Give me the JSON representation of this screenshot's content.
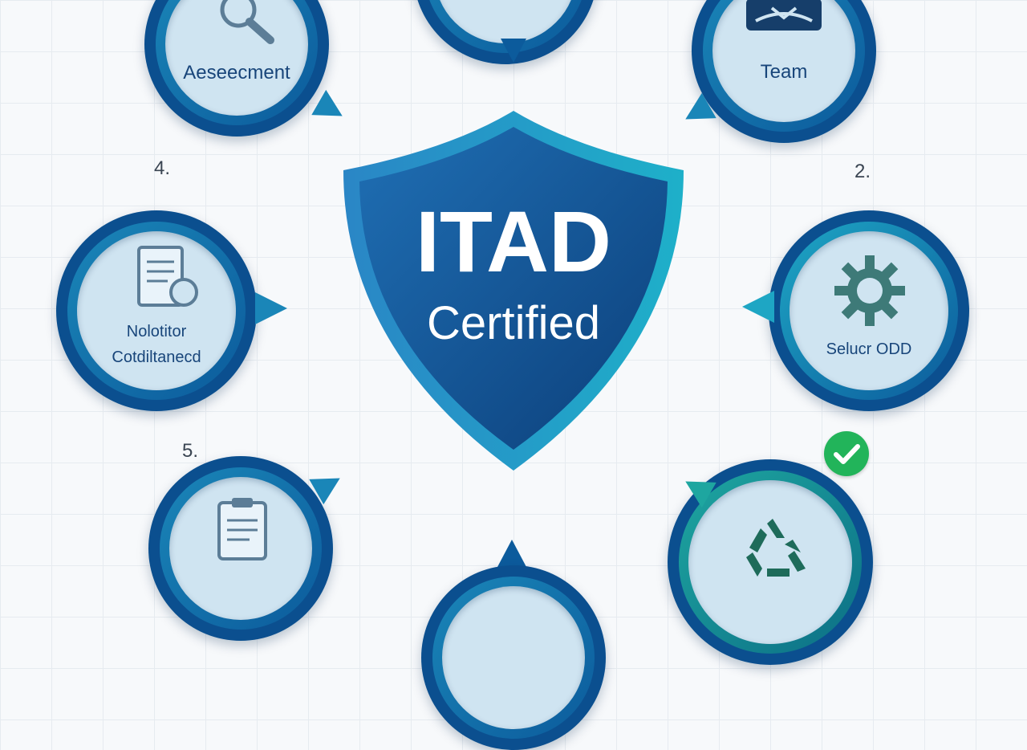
{
  "shield": {
    "title": "ITAD",
    "subtitle": "Certified"
  },
  "nodes": [
    {
      "label": "Aeseecment",
      "icon": "magnifier-icon"
    },
    {
      "label": "Team",
      "icon": "handshake-icon"
    },
    {
      "label": "Selucr ODD",
      "icon": "gear-icon"
    },
    {
      "label_line1": "Nolotitor",
      "label_line2": "Cotdiltanecd",
      "icon": "document-search-icon"
    },
    {
      "label": "",
      "icon": "clipboard-icon"
    },
    {
      "label": "",
      "icon": "recycle-icon"
    }
  ],
  "numbers": {
    "n2": "2.",
    "n4": "4.",
    "n5": "5."
  },
  "colors": {
    "navy": "#0b4f8f",
    "teal": "#1a9bb8",
    "inner": "#cfe4f1",
    "check": "#22b45a"
  }
}
